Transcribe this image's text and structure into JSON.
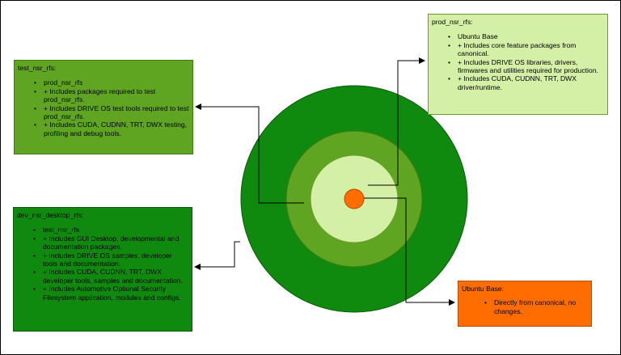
{
  "boxes": {
    "prod": {
      "title": "prod_nsr_rfs:",
      "items": [
        "Ubuntu Base",
        "+ Includes core feature packages from canonical.",
        "+ Includes DRIVE OS libraries, drivers, firmwares and utilities required for production.",
        "+ Includes CUDA, CUDNN, TRT, DWX driver/runtime."
      ]
    },
    "test": {
      "title": "test_nsr_rfs:",
      "items": [
        "prod_nsr_rfs",
        "+ Includes packages required to test prod_nsr_rfs.",
        "+ Includes DRIVE OS test tools required to test prod_nsr_rfs.",
        "+ Includes CUDA, CUDNN, TRT, DWX testing, profiling and debug tools."
      ]
    },
    "dev": {
      "title": "dev_nsr_desktop_rfs:",
      "items": [
        "test_nsr_rfs",
        "+ Includes GUI Desktop, developmental and documentation packages.",
        "+ Includes DRIVE OS samples, developer tools and documentation.",
        "+ Includes CUDA, CUDNN, TRT, DWX developer tools, samples and documentation.",
        "+ Includes Automotive Optional Security Filesystem application, modules and configs."
      ]
    },
    "ubuntu": {
      "title": "Ubuntu Base:",
      "items": [
        "Directly from canonical, no changes."
      ]
    }
  },
  "colors": {
    "outer_ring": "#0f8a0f",
    "second_ring": "#5fa521",
    "third_ring": "#d4f0a6",
    "core": "#ff6d00",
    "connector": "#000000"
  }
}
